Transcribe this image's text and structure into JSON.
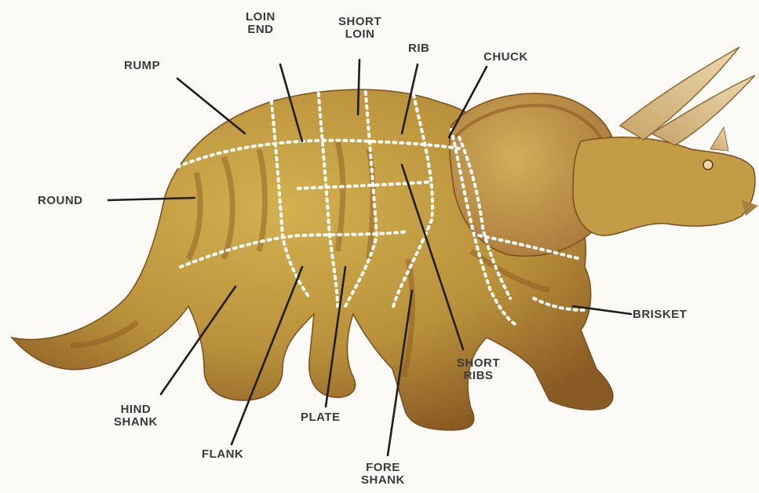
{
  "labels": {
    "loin_end": "LOIN\nEND",
    "short_loin": "SHORT\nLOIN",
    "rib": "RIB",
    "chuck": "CHUCK",
    "rump": "RUMP",
    "round": "ROUND",
    "brisket": "BRISKET",
    "short_ribs": "SHORT\nRIBS",
    "hind_shank": "HIND\nSHANK",
    "plate": "PLATE",
    "flank": "FLANK",
    "fore_shank": "FORE\nSHANK"
  },
  "colors": {
    "background": "#fbfaf6",
    "body": "#b8923a",
    "body_dark": "#8a5a24",
    "body_light": "#d6b45a",
    "frill": "#c29a44",
    "horn": "#d8c08a",
    "cut_lines": "#ffffff",
    "leader_lines": "#1e1e1e",
    "label_text": "#3a3a3a"
  }
}
